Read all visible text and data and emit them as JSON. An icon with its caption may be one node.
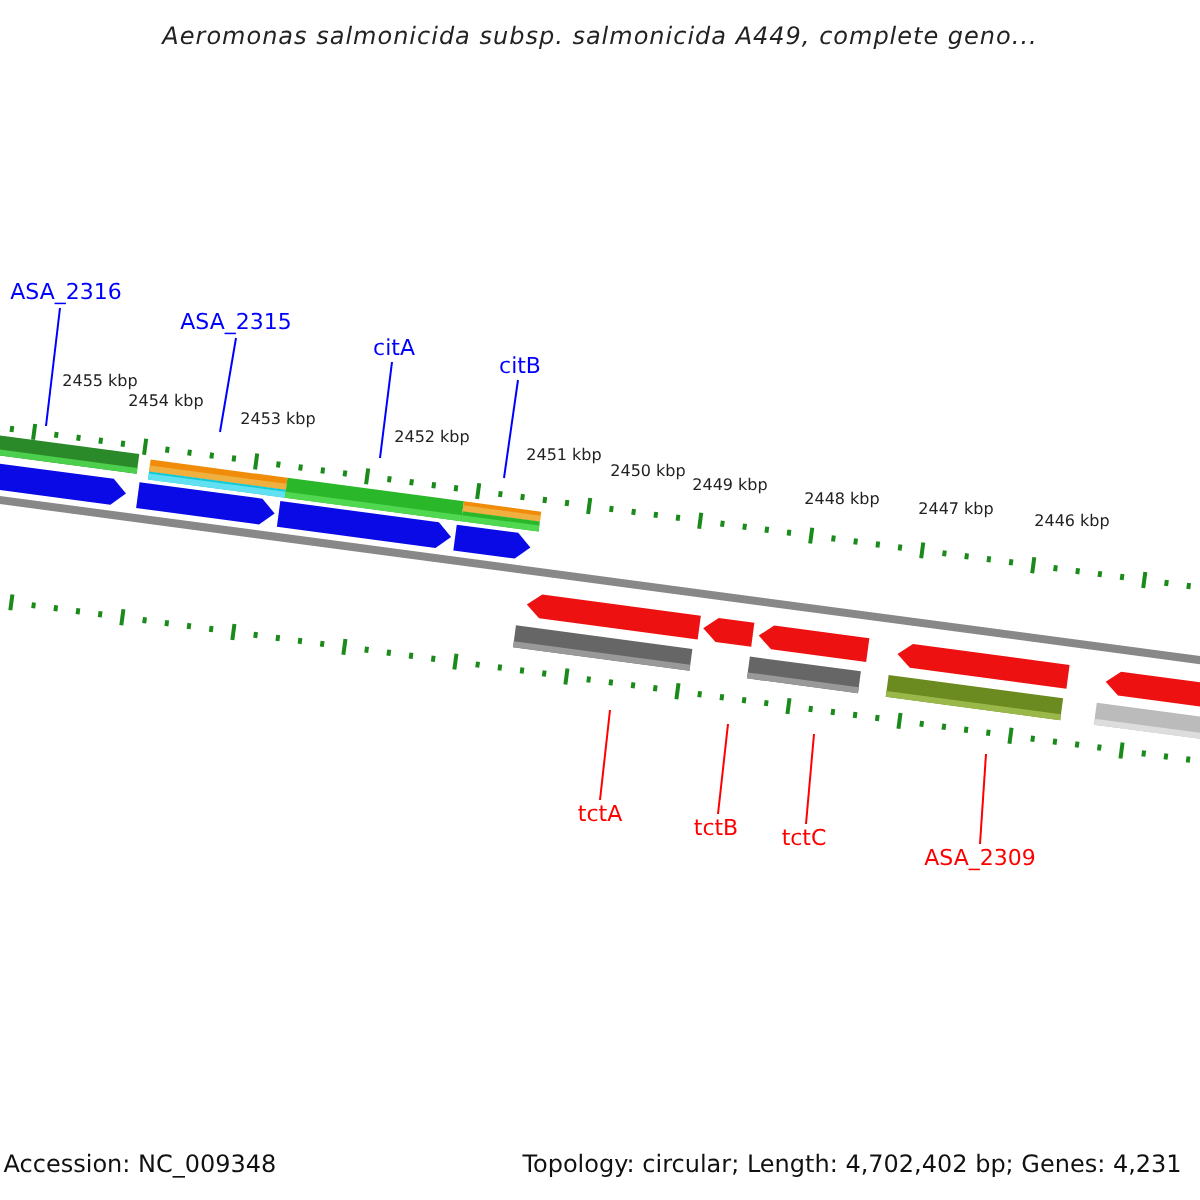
{
  "diagram": {
    "title": "Aeromonas salmonicida subsp. salmonicida A449, complete geno...",
    "nodes": [
      {
        "text": [
          "ASA_2316"
        ]
      },
      {
        "text": [
          "ASA_2315"
        ]
      },
      {
        "text": [
          "citA"
        ]
      },
      {
        "text": [
          "citB"
        ]
      },
      {
        "text": [
          "tctA"
        ]
      },
      {
        "text": [
          "tctB"
        ]
      },
      {
        "text": [
          "tctC"
        ]
      },
      {
        "text": [
          "ASA_2309"
        ]
      }
    ],
    "edges": [
      {
        "from": 0,
        "to": null,
        "arrow": "none",
        "color": "#0000ff"
      },
      {
        "from": 1,
        "to": null,
        "arrow": "none",
        "color": "#0000ff"
      },
      {
        "from": 2,
        "to": null,
        "arrow": "none",
        "color": "#0000ff"
      },
      {
        "from": 3,
        "to": null,
        "arrow": "none",
        "color": "#0000ff"
      },
      {
        "from": 4,
        "to": null,
        "arrow": "none",
        "color": "#ff0000"
      },
      {
        "from": 5,
        "to": null,
        "arrow": "none",
        "color": "#ff0000"
      },
      {
        "from": 6,
        "to": null,
        "arrow": "none",
        "color": "#ff0000"
      },
      {
        "from": 7,
        "to": null,
        "arrow": "none",
        "color": "#ff0000"
      }
    ],
    "labels": [
      "2455 kbp",
      "2454 kbp",
      "2453 kbp",
      "2452 kbp",
      "2451 kbp",
      "2450 kbp",
      "2449 kbp",
      "2448 kbp",
      "2447 kbp",
      "2446 kbp",
      "Accession: NC_009348",
      "Topology: circular; Length: 4,702,402 bp; Genes: 4,231"
    ]
  }
}
